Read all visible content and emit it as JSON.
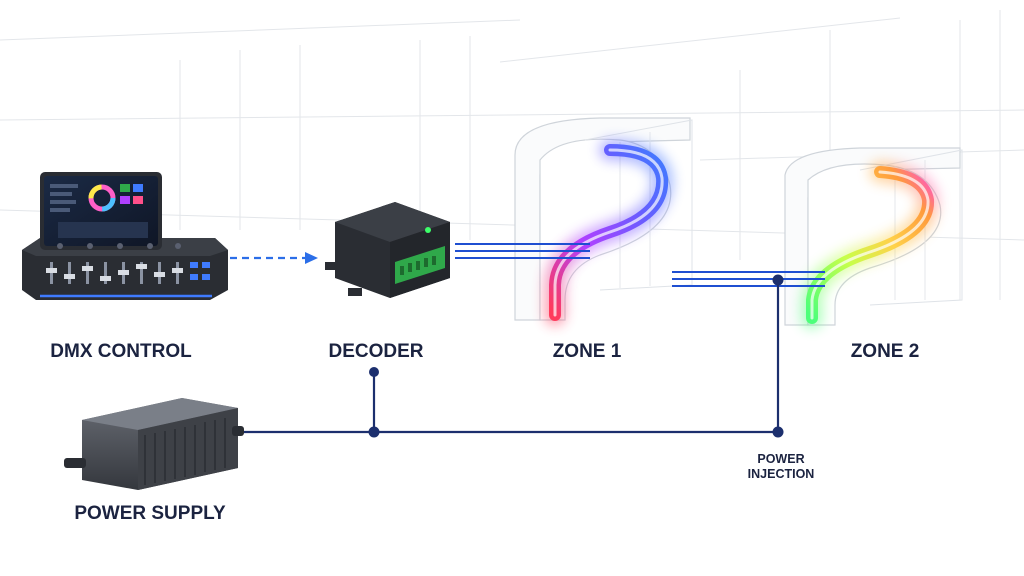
{
  "labels": {
    "dmx_control": "DMX CONTROL",
    "decoder": "DECODER",
    "zone1": "ZONE 1",
    "zone2": "ZONE 2",
    "power_supply": "POWER SUPPLY",
    "power_injection_line1": "POWER",
    "power_injection_line2": "INJECTION"
  },
  "colors": {
    "label_text": "#1b2340",
    "power_line": "#1c2f6e",
    "signal_line": "#1f4fd1",
    "dmx_arrow": "#2b6ee8",
    "device_body": "#2a2d33",
    "terminal_green": "#2fa84a",
    "zone1_gradient": [
      "#ff3b5c",
      "#b040ff",
      "#6a5cff",
      "#3f7bff"
    ],
    "zone2_gradient": [
      "#4cff7a",
      "#ffe94a",
      "#ff9a3c",
      "#ff4fd0"
    ]
  },
  "icons": [
    "dmx-console",
    "decoder-box",
    "led-strip-zone",
    "power-supply-unit",
    "junction-dot",
    "arrow-right"
  ]
}
